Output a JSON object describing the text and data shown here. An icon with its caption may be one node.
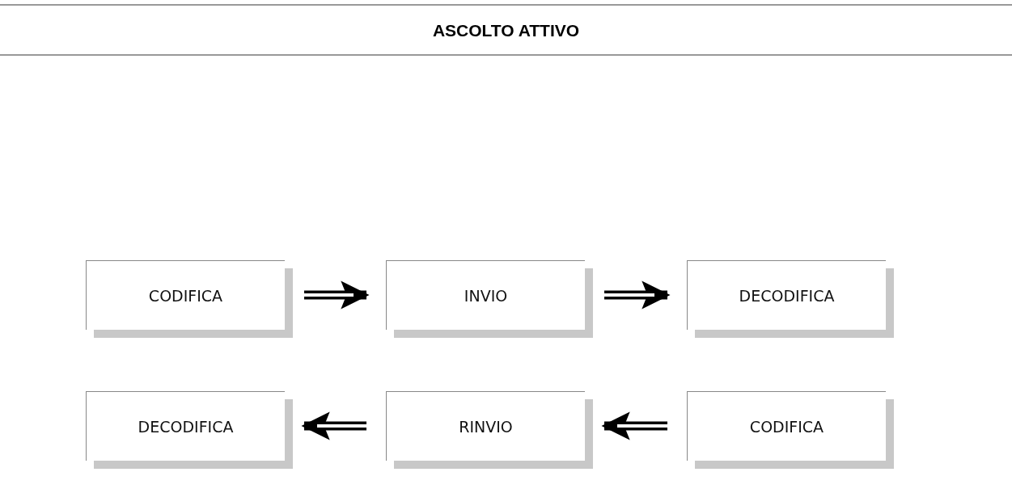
{
  "diagram": {
    "title": "ASCOLTO ATTIVO",
    "nodes": [
      {
        "text": [
          "CODIFICA"
        ]
      },
      {
        "text": [
          "INVIO"
        ]
      },
      {
        "text": [
          "DECODIFICA"
        ]
      },
      {
        "text": [
          "DECODIFICA"
        ]
      },
      {
        "text": [
          "RINVIO"
        ]
      },
      {
        "text": [
          "CODIFICA"
        ]
      }
    ],
    "edges": [
      {
        "from": 0,
        "to": 1,
        "arrow": "to"
      },
      {
        "from": 1,
        "to": 2,
        "arrow": "to"
      },
      {
        "from": 5,
        "to": 4,
        "arrow": "to"
      },
      {
        "from": 4,
        "to": 3,
        "arrow": "to"
      }
    ]
  }
}
